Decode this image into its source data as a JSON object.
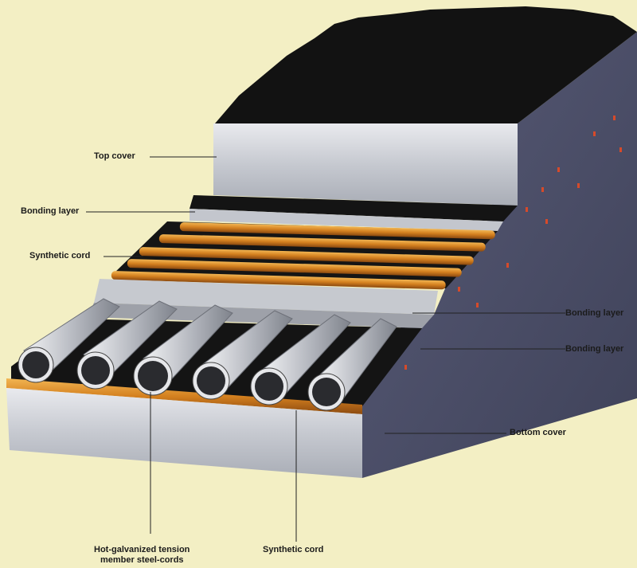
{
  "labels": {
    "top_cover": "Top cover",
    "bonding_layer_left": "Bonding layer",
    "synthetic_cord_left": "Synthetic cord",
    "bonding_layer_right_1": "Bonding layer",
    "bonding_layer_right_2": "Bonding layer",
    "bottom_cover": "Bottom cover",
    "steel_cords_line1": "Hot-galvanized tension",
    "steel_cords_line2": "member steel-cords",
    "synthetic_cord_bottom": "Synthetic cord"
  },
  "colors": {
    "background": "#f3efc4",
    "rubber_dark": "#111111",
    "side_face": "#4a4d66",
    "cover_face": "#c9ccd2",
    "cord_orange": "#d88b2a",
    "steel_silver": "#cfd1d6",
    "red_specks": "#d64a2a"
  },
  "steel_cord_count": 6,
  "synthetic_cord_count": 5
}
